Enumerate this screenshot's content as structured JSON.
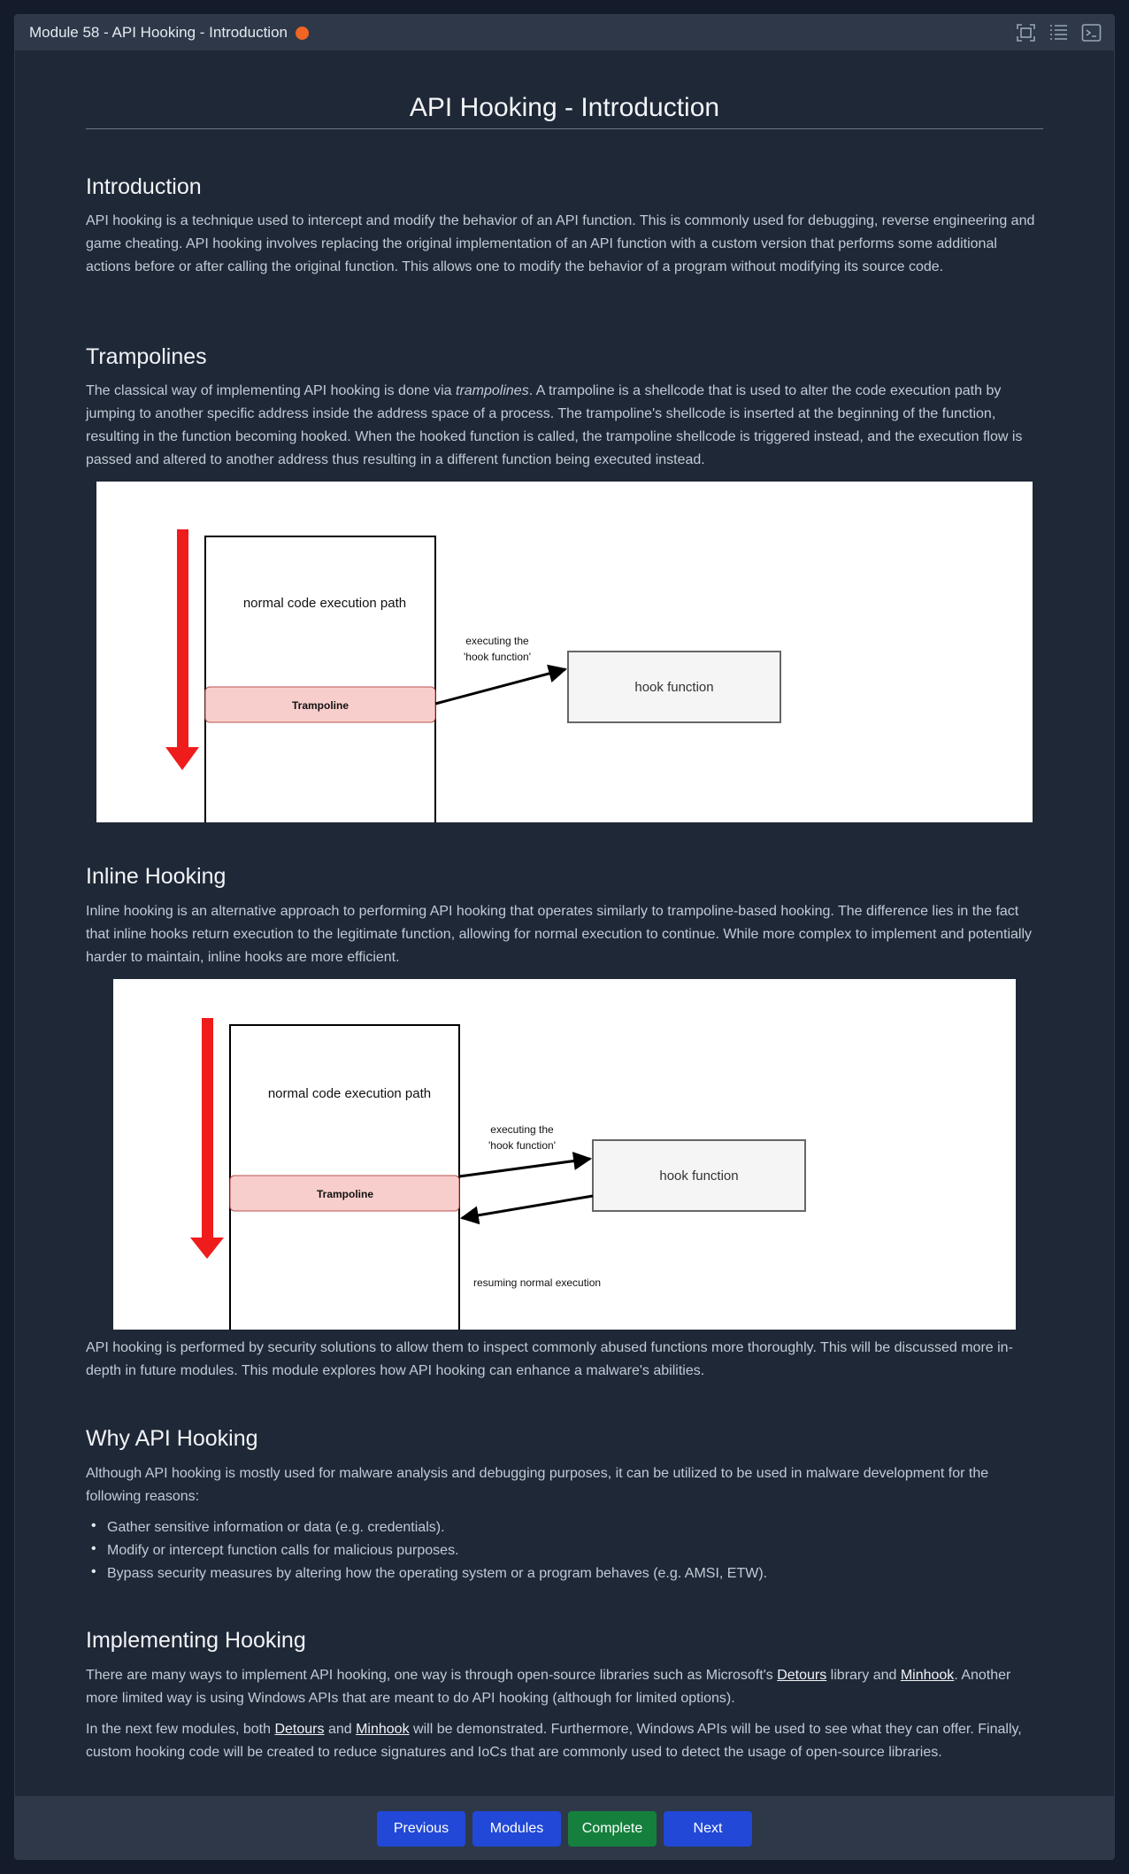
{
  "window": {
    "title": "Module 58 - API Hooking - Introduction",
    "status_color": "#f06522",
    "toolbar_icons": [
      "fullscreen-icon",
      "list-icon",
      "terminal-icon"
    ]
  },
  "page": {
    "title": "API Hooking - Introduction"
  },
  "sections": {
    "introduction": {
      "heading": "Introduction",
      "text": "API hooking is a technique used to intercept and modify the behavior of an API function. This is commonly used for debugging, reverse engineering and game cheating. API hooking involves replacing the original implementation of an API function with a custom version that performs some additional actions before or after calling the original function. This allows one to modify the behavior of a program without modifying its source code."
    },
    "trampolines": {
      "heading": "Trampolines",
      "text_before": "The classical way of implementing API hooking is done via ",
      "text_em": "trampolines",
      "text_after": ". A trampoline is a shellcode that is used to alter the code execution path by jumping to another specific address inside the address space of a process. The trampoline's shellcode is inserted at the beginning of the function, resulting in the function becoming hooked. When the hooked function is called, the trampoline shellcode is triggered instead, and the execution flow is passed and altered to another address thus resulting in a different function being executed instead."
    },
    "inline": {
      "heading": "Inline Hooking",
      "text": "Inline hooking is an alternative approach to performing API hooking that operates similarly to trampoline-based hooking. The difference lies in the fact that inline hooks return execution to the legitimate function, allowing for normal execution to continue. While more complex to implement and potentially harder to maintain, inline hooks are more efficient.",
      "text2": "API hooking is performed by security solutions to allow them to inspect commonly abused functions more thoroughly. This will be discussed more in-depth in future modules. This module explores how API hooking can enhance a malware's abilities."
    },
    "why": {
      "heading": "Why API Hooking",
      "text": "Although API hooking is mostly used for malware analysis and debugging purposes, it can be utilized to be used in malware development for the following reasons:",
      "bullets": [
        "Gather sensitive information or data (e.g. credentials).",
        "Modify or intercept function calls for malicious purposes.",
        "Bypass security measures by altering how the operating system or a program behaves (e.g. AMSI, ETW)."
      ]
    },
    "implementing": {
      "heading": "Implementing Hooking",
      "p1_a": "There are many ways to implement API hooking, one way is through open-source libraries such as Microsoft's ",
      "p1_link1": "Detours",
      "p1_b": " library and ",
      "p1_link2": "Minhook",
      "p1_c": ". Another more limited way is using Windows APIs that are meant to do API hooking (although for limited options).",
      "p2_a": "In the next few modules, both ",
      "p2_link1": "Detours",
      "p2_b": " and ",
      "p2_link2": "Minhook",
      "p2_c": " will be demonstrated. Furthermore, Windows APIs will be used to see what they can offer. Finally, custom hooking code will be created to reduce signatures and IoCs that are commonly used to detect the usage of open-source libraries."
    }
  },
  "diagram1": {
    "path_label": "normal code execution path",
    "trampoline_label": "Trampoline",
    "arrow_label_line1": "executing the",
    "arrow_label_line2": "'hook function'",
    "hook_label": "hook function"
  },
  "diagram2": {
    "path_label": "normal code execution path",
    "trampoline_label": "Trampoline",
    "arrow_label_line1": "executing the",
    "arrow_label_line2": "'hook function'",
    "hook_label": "hook function",
    "resume_label": "resuming normal execution"
  },
  "footer": {
    "previous": "Previous",
    "modules": "Modules",
    "complete": "Complete",
    "next": "Next",
    "primary_color": "#2148d6",
    "complete_color": "#15803d"
  }
}
